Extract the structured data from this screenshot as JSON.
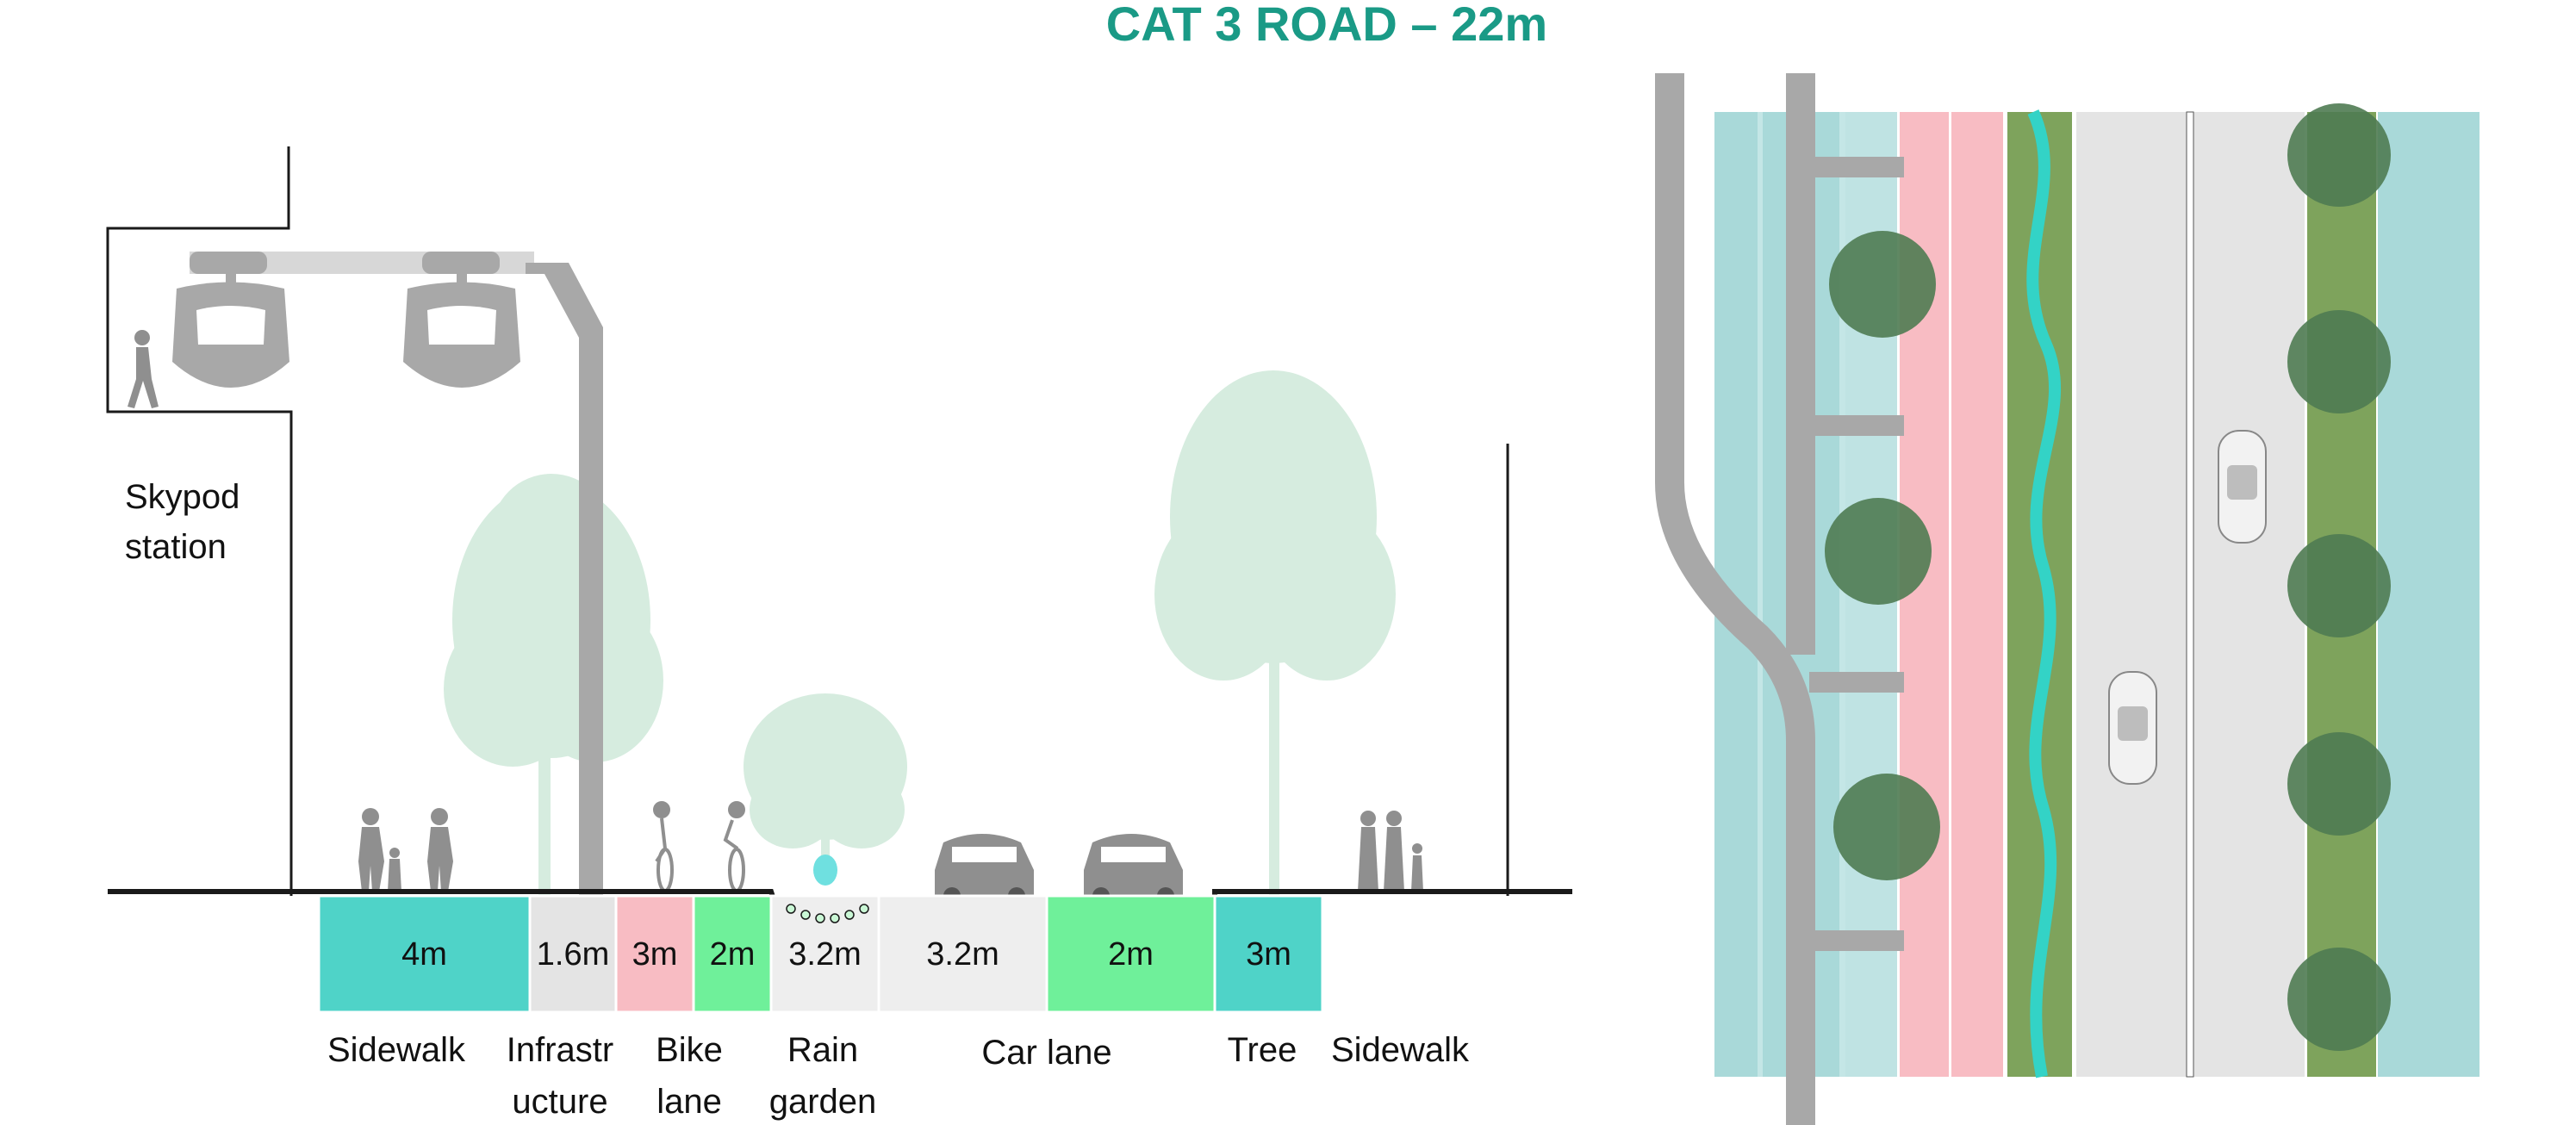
{
  "title": "CAT 3 ROAD – 22m",
  "station_label_line1": "Skypod",
  "station_label_line2": "station",
  "segments": [
    {
      "width": "4m",
      "label_lines": [
        "Sidewalk"
      ],
      "color": "#4fd3c8"
    },
    {
      "width": "1.6m",
      "label_lines": [
        "Infrastr",
        "ucture"
      ],
      "color": "#e4e4e4"
    },
    {
      "width": "3m",
      "label_lines": [
        "Bike",
        "lane"
      ],
      "color": "#f8bcc3"
    },
    {
      "width": "2m",
      "label_lines": [
        "Rain",
        "garden"
      ],
      "color": "#6ff09a"
    },
    {
      "width": "3.2m",
      "label_lines": [],
      "color": "#eeeeee"
    },
    {
      "width": "3.2m",
      "label_lines": [],
      "color": "#eeeeee"
    },
    {
      "width": "2m",
      "label_lines": [
        "Tree"
      ],
      "color": "#6ff09a"
    },
    {
      "width": "3m",
      "label_lines": [
        "Sidewalk"
      ],
      "color": "#4fd3c8"
    }
  ],
  "car_lane_label": "Car lane",
  "colors": {
    "title": "#1a9a86",
    "sidewalk": "#4fd3c8",
    "sidewalk_plan": "#a9d9d9",
    "bike_lane": "#f8bcc3",
    "green": "#6ff09a",
    "water": "#33d3c6",
    "structure_grey": "#a8a8a8",
    "tree_faded": "#cfe8d8"
  },
  "icons": [
    "cable-car-icon",
    "pedestrian-icon",
    "cyclist-icon",
    "car-icon",
    "tree-icon",
    "fountain-icon"
  ]
}
